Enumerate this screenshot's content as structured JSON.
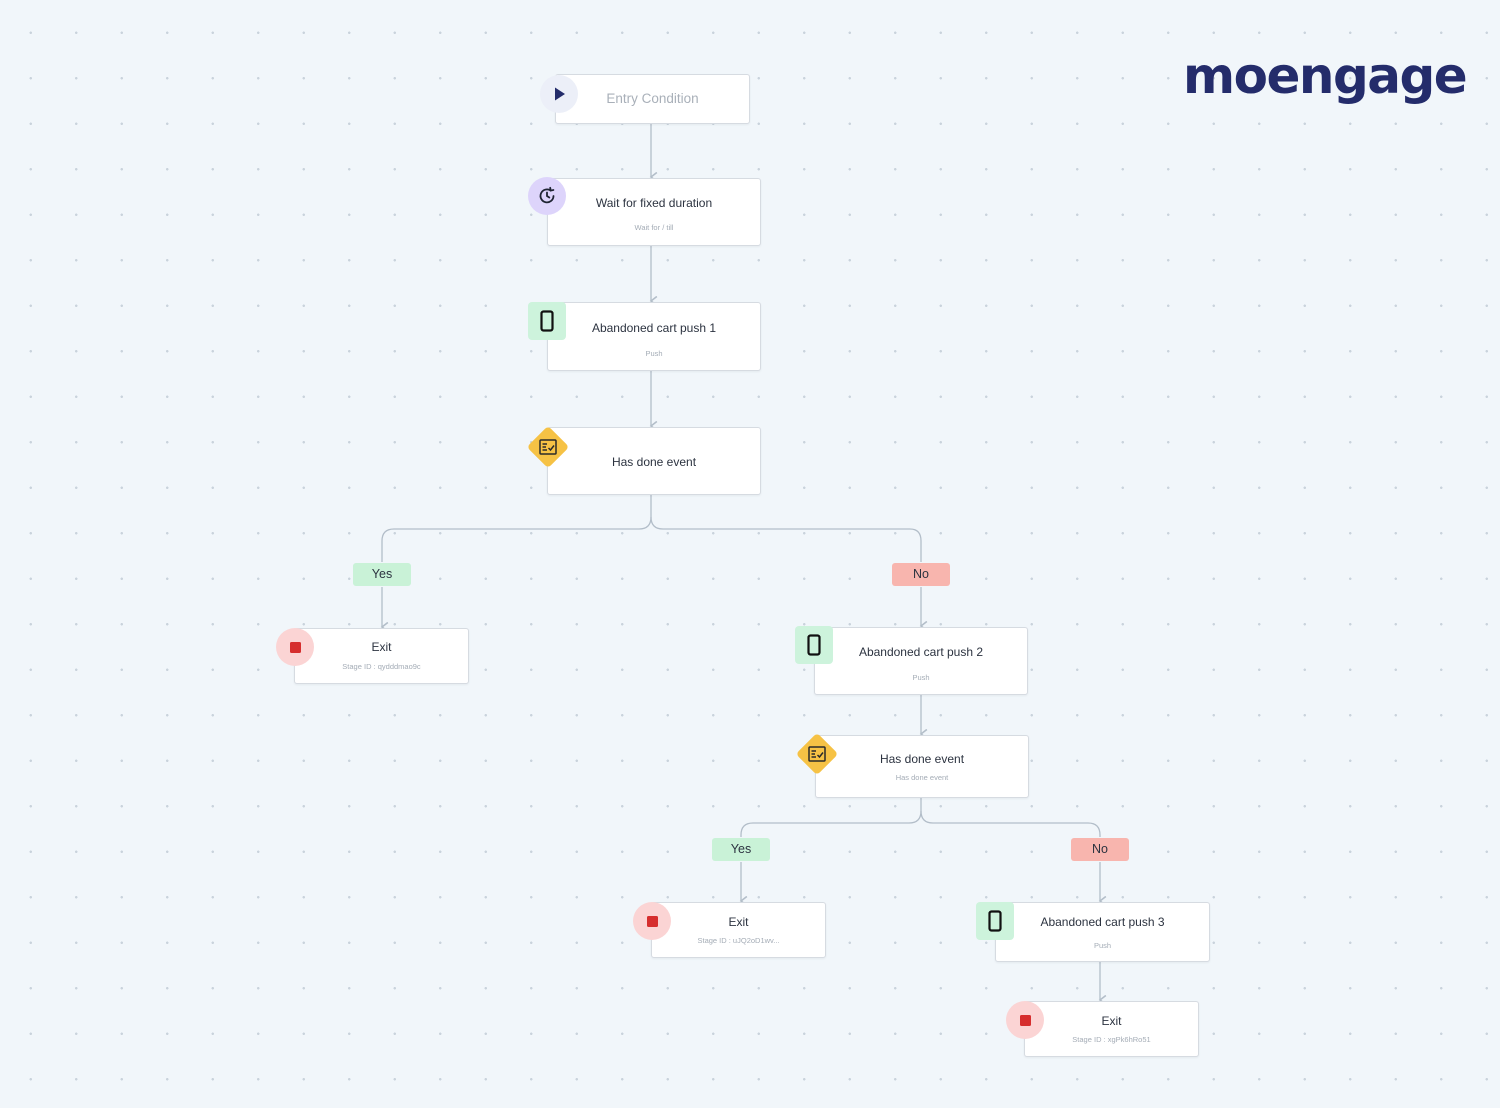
{
  "brand": {
    "logo_text": "moengage"
  },
  "flow": {
    "entry": {
      "label": "Entry Condition",
      "icon": "play-icon"
    },
    "wait": {
      "title": "Wait for fixed duration",
      "subtitle": "Wait for / till",
      "icon": "clock-rotate-icon"
    },
    "push1": {
      "title": "Abandoned cart push 1",
      "subtitle": "Push",
      "icon": "mobile-phone-icon"
    },
    "condition1": {
      "title": "Has done event",
      "icon": "checklist-icon"
    },
    "branch1": {
      "yes_label": "Yes",
      "no_label": "No",
      "exit": {
        "title": "Exit",
        "subtitle": "Stage ID : qydddmao9c"
      }
    },
    "push2": {
      "title": "Abandoned cart push 2",
      "subtitle": "Push",
      "icon": "mobile-phone-icon"
    },
    "condition2": {
      "title": "Has done event",
      "subtitle": "Has done event",
      "icon": "checklist-icon"
    },
    "branch2": {
      "yes_label": "Yes",
      "no_label": "No",
      "exit": {
        "title": "Exit",
        "subtitle": "Stage ID : uJQ2oD1wv..."
      }
    },
    "push3": {
      "title": "Abandoned cart push 3",
      "subtitle": "Push",
      "icon": "mobile-phone-icon"
    },
    "exit3": {
      "title": "Exit",
      "subtitle": "Stage ID : xgPk6hRo51"
    }
  },
  "colors": {
    "canvas": "#f1f6fa",
    "brand": "#242c6b",
    "connector": "#b3bec9",
    "yes_tag": "#c9f2d7",
    "no_tag": "#f8b5ae",
    "exit_icon": "#d62e2e",
    "condition_icon": "#f6c245",
    "push_icon_bg": "#cdf3dc",
    "wait_icon_bg": "#ddd4fb"
  }
}
